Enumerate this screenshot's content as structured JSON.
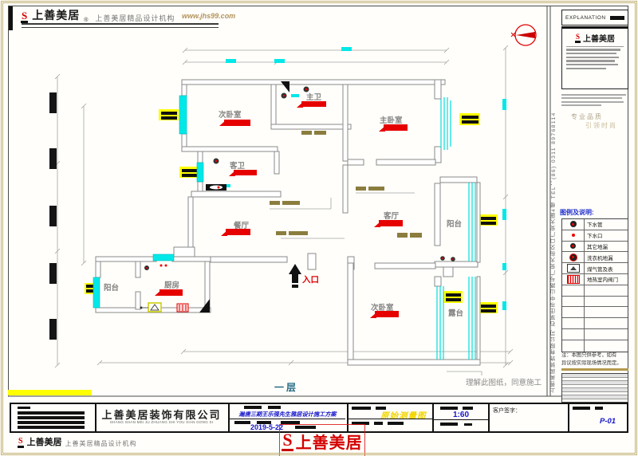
{
  "header": {
    "logo": "上善美居",
    "reg": "®",
    "tagline": "上善美居精品设计机构",
    "website": "www.jhs99.com"
  },
  "drawing": {
    "floor_label": "一层",
    "approval_note": "理解此图纸，同意施工",
    "rooms": {
      "bedroom2_top": "次卧室",
      "master_bath": "主卫",
      "master_bedroom": "主卧室",
      "guest_bath": "客卫",
      "dining_room": "餐厅",
      "living_room": "客厅",
      "balcony_right": "阳台",
      "entrance": "入口",
      "bedroom2_bottom": "次卧室",
      "terrace": "露台",
      "balcony_left": "阳台",
      "kitchen": "厨房"
    }
  },
  "sidebar": {
    "explanation_title": "EXPLANATION",
    "logo": "上善美居",
    "brand_line1": "专业品质",
    "brand_line2": "引领时尚",
    "legend_title": "图例及说明:",
    "legend": [
      {
        "symbol": "drain-pipe",
        "label": "下水管"
      },
      {
        "symbol": "drain-outlet",
        "label": "下水口"
      },
      {
        "symbol": "other-floor-drain",
        "label": "其它地漏"
      },
      {
        "symbol": "washer-floor-drain",
        "label": "洗衣机地漏"
      },
      {
        "symbol": "gas-pipe-meter",
        "label": "煤气管及表"
      },
      {
        "symbol": "heating-indoor-valve",
        "label": "地热室内阀门"
      }
    ],
    "note_line1": "注：本图只供参考，如有",
    "note_line2": "异议按实际现场情况而定。",
    "company_vertical": "上善美居装饰有限公司  石家庄市中山路与广安大街交口广安大厦4楼  TEL：(86) 0311 89768114"
  },
  "titleblock": {
    "company": "上善美居装饰有限公司",
    "company_pinyin": "SHANG SHAN MEI JU ZHUANG SHI YOU XIAN GONG SI",
    "project": "瀚唐三期王乐强先生雅居设计施工方案",
    "date": "2019-5-22",
    "drawing_title": "原始测量图",
    "scale": "1:60",
    "signature_label": "客户签字：",
    "sheet": "P-01",
    "stamp": "上善美居",
    "footer_logo": "上善美居",
    "footer_tagline": "上善美居精品设计机构"
  },
  "colors": {
    "accent_red": "#e00000",
    "window_cyan": "#00e8e8",
    "dim_yellow": "#ffff00",
    "furniture_olive": "#8b7d3e",
    "text_blue": "#1515cc",
    "floor_teal": "#256b86",
    "border_tan": "#c3b175"
  }
}
